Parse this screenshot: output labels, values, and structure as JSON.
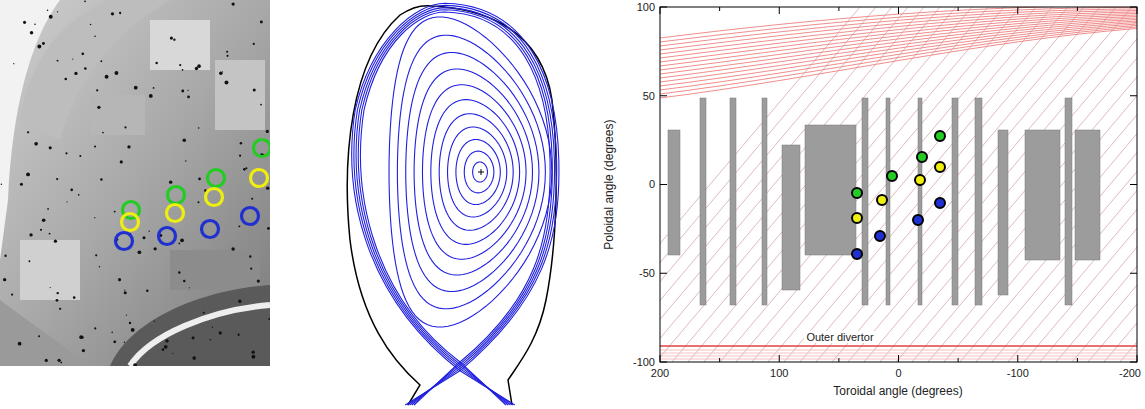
{
  "diagram": {
    "labels": [
      "100",
      "50",
      "0",
      "-50",
      "-100",
      "Poloidal angle (degrees)",
      "200",
      "100",
      "0",
      "-100",
      "-200",
      "Toroidal angle (degrees)",
      "Outer divertor"
    ]
  }
}
